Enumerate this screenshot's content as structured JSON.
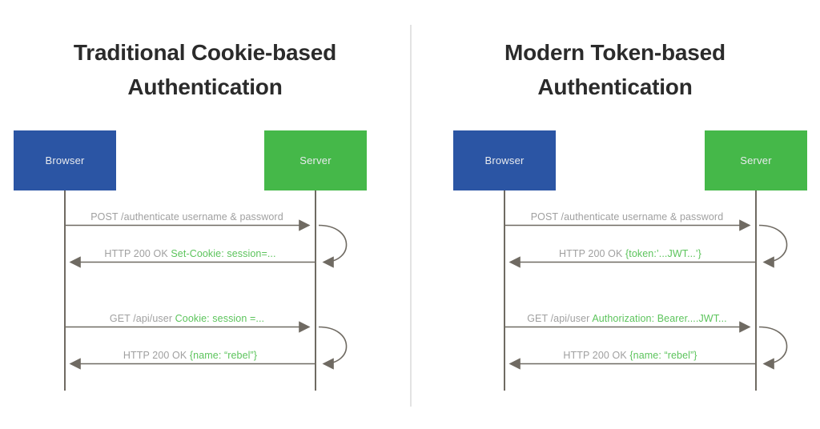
{
  "diagram": {
    "type": "sequence-diagram-comparison",
    "background": "#ffffff",
    "colors": {
      "browser_box": "#2b55a4",
      "server_box": "#45b849",
      "line": "#6f6a62",
      "label_text": "#a0a0a0",
      "highlight_text": "#5cc45c",
      "title_text": "#2b2b2b",
      "divider": "#e3e3e3"
    },
    "panels": [
      {
        "id": "cookie",
        "title_line1": "Traditional Cookie-based",
        "title_line2": "Authentication",
        "actors": {
          "client": "Browser",
          "server": "Server"
        },
        "messages": [
          {
            "direction": "right",
            "plain": "POST /authenticate",
            "highlight": "",
            "tail": " username & password",
            "full": "POST /authenticate username & password"
          },
          {
            "direction": "left",
            "plain": "HTTP 200 OK ",
            "highlight": "Set-Cookie: session=...",
            "tail": "",
            "full": "HTTP 200 OK Set-Cookie: session=..."
          },
          {
            "direction": "right",
            "plain": "GET /api/user ",
            "highlight": "Cookie: session =...",
            "tail": "",
            "full": "GET /api/user Cookie: session =..."
          },
          {
            "direction": "left",
            "plain": "HTTP 200 OK ",
            "highlight": "{name: “rebel”}",
            "tail": "",
            "full": "HTTP 200 OK {name: “rebel”}"
          }
        ],
        "self_loops": 2
      },
      {
        "id": "token",
        "title_line1": "Modern Token-based",
        "title_line2": "Authentication",
        "actors": {
          "client": "Browser",
          "server": "Server"
        },
        "messages": [
          {
            "direction": "right",
            "plain": "POST /authenticate",
            "highlight": "",
            "tail": " username & password",
            "full": "POST /authenticate username & password"
          },
          {
            "direction": "left",
            "plain": "HTTP 200 OK ",
            "highlight": "{token:’...JWT...’}",
            "tail": "",
            "full": "HTTP 200 OK {token:’...JWT...’}"
          },
          {
            "direction": "right",
            "plain": "GET /api/user ",
            "highlight": "Authorization: Bearer....JWT...",
            "tail": "",
            "full": "GET /api/user Authorization: Bearer....JWT..."
          },
          {
            "direction": "left",
            "plain": "HTTP 200 OK ",
            "highlight": "{name: “rebel”}",
            "tail": "",
            "full": "HTTP 200 OK {name: “rebel”}"
          }
        ],
        "self_loops": 2
      }
    ]
  }
}
